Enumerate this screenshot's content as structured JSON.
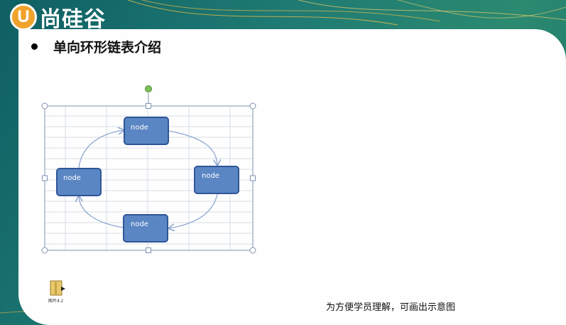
{
  "brand": {
    "logo_letter": "U",
    "logo_text": "尚硅谷"
  },
  "slide": {
    "heading": "单向环形链表介绍",
    "caption": "为方便学员理解，可画出示意图"
  },
  "diagram": {
    "nodes": [
      {
        "label": "node",
        "position": "top"
      },
      {
        "label": "node",
        "position": "right"
      },
      {
        "label": "node",
        "position": "bottom"
      },
      {
        "label": "node",
        "position": "left"
      }
    ]
  },
  "attachment": {
    "icon": "archive-file-icon",
    "label": "图片4.z"
  },
  "colors": {
    "background_teal": "#1d6f6a",
    "node_fill": "#5b86c4",
    "node_stroke": "#2f5597",
    "logo_orange": "#f0a32c"
  }
}
